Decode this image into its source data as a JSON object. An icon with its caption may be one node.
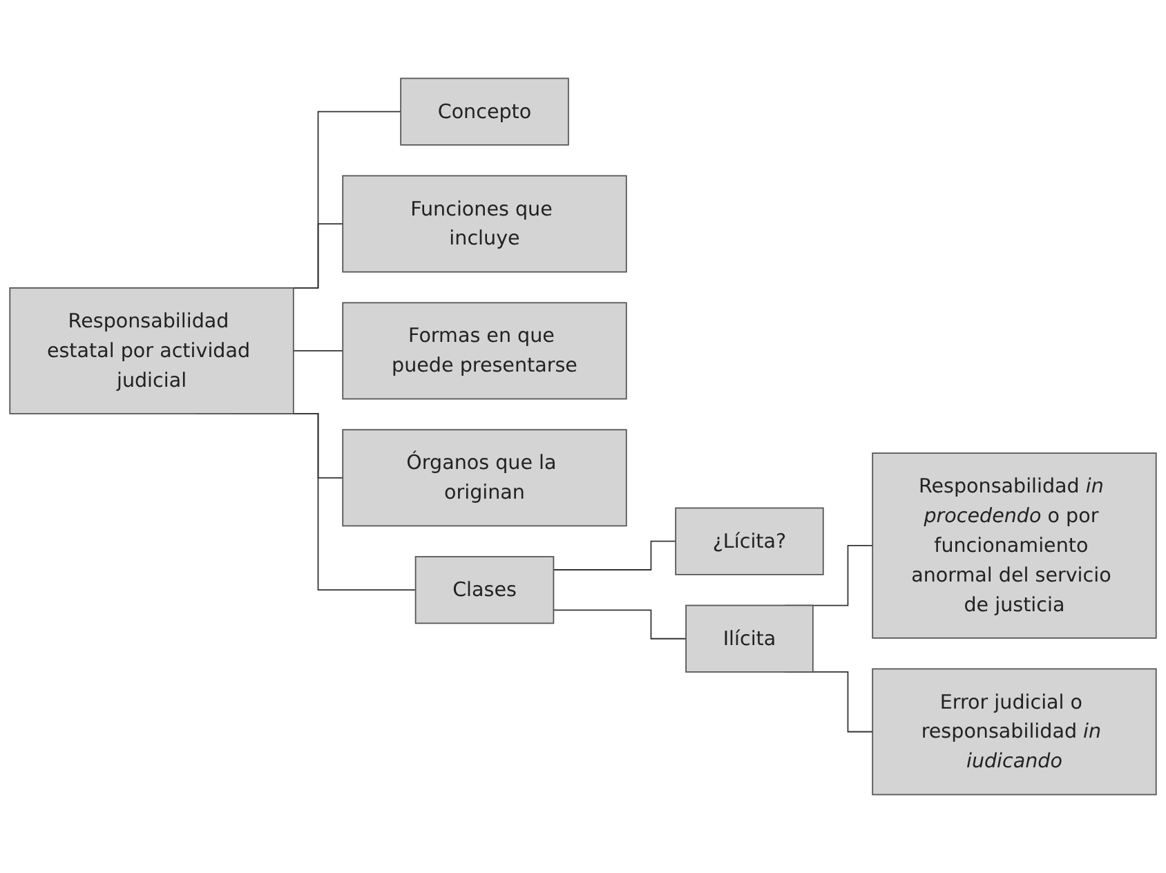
{
  "diagram": {
    "nodes": [
      {
        "text": [
          "Responsabilidad estatal por actividad judicial"
        ]
      },
      {
        "text": [
          "Concepto"
        ]
      },
      {
        "text": [
          "Funciones que incluye"
        ]
      },
      {
        "text": [
          "Formas en que puede presentarse"
        ]
      },
      {
        "text": [
          "Órganos que la originan"
        ]
      },
      {
        "text": [
          "Clases"
        ]
      },
      {
        "text": [
          "¿Lícita?"
        ]
      },
      {
        "text": [
          "Ilícita"
        ]
      },
      {
        "text": [
          "Responsabilidad *in procedendo* o por funcionamiento anormal del servicio de justicia"
        ]
      },
      {
        "text": [
          "Error judicial o responsabilidad *in iudicando*"
        ]
      }
    ],
    "edges": [
      {
        "from": 0,
        "to": 1,
        "arrow": "none"
      },
      {
        "from": 0,
        "to": 2,
        "arrow": "none"
      },
      {
        "from": 0,
        "to": 3,
        "arrow": "none"
      },
      {
        "from": 0,
        "to": 4,
        "arrow": "none"
      },
      {
        "from": 0,
        "to": 5,
        "arrow": "none"
      },
      {
        "from": 5,
        "to": 6,
        "arrow": "none"
      },
      {
        "from": 5,
        "to": 7,
        "arrow": "none"
      },
      {
        "from": 7,
        "to": 8,
        "arrow": "none"
      },
      {
        "from": 7,
        "to": 9,
        "arrow": "none"
      }
    ]
  }
}
